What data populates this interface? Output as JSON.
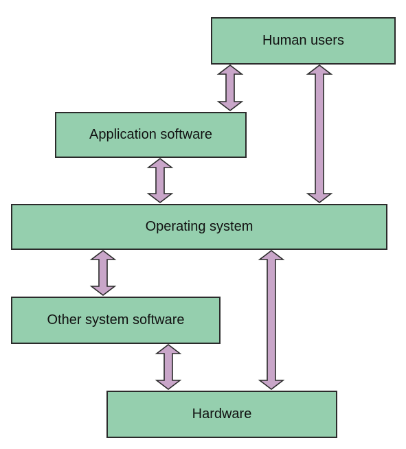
{
  "diagram": {
    "colors": {
      "box_fill": "#95cfae",
      "arrow_fill": "#c9a6c9",
      "outline": "#2b2b2b"
    },
    "nodes": {
      "human_users": "Human users",
      "application_software": "Application software",
      "operating_system": "Operating system",
      "other_system_software": "Other system software",
      "hardware": "Hardware"
    },
    "edges": [
      {
        "from": "human_users",
        "to": "application_software",
        "direction": "both"
      },
      {
        "from": "human_users",
        "to": "operating_system",
        "direction": "both"
      },
      {
        "from": "application_software",
        "to": "operating_system",
        "direction": "both"
      },
      {
        "from": "operating_system",
        "to": "other_system_software",
        "direction": "both"
      },
      {
        "from": "operating_system",
        "to": "hardware",
        "direction": "both"
      },
      {
        "from": "other_system_software",
        "to": "hardware",
        "direction": "both"
      }
    ]
  }
}
